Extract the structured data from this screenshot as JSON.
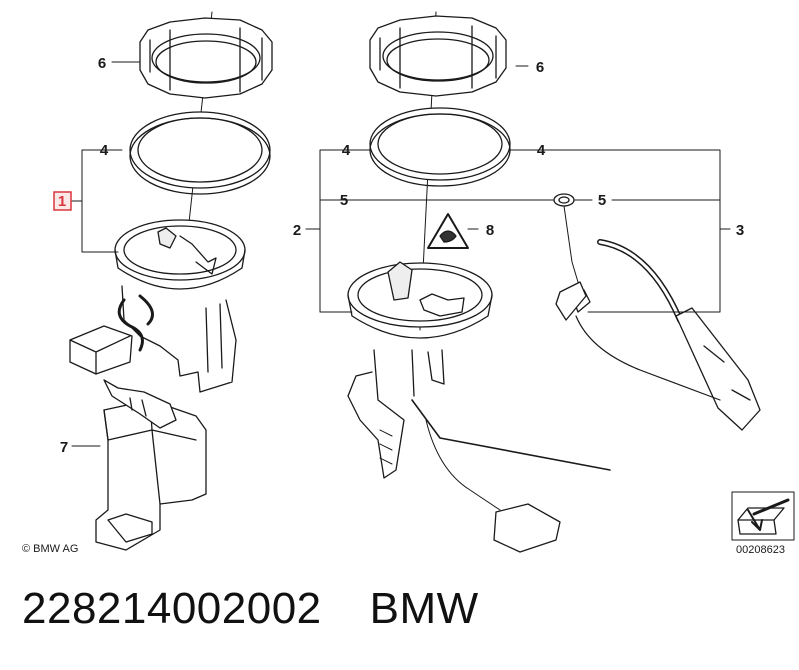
{
  "diagram": {
    "callouts": {
      "c1": "1",
      "c2": "2",
      "c3": "3",
      "c4_left": "4",
      "c4_mid": "4",
      "c4_right": "4",
      "c5_mid": "5",
      "c5_right": "5",
      "c6_left": "6",
      "c6_right": "6",
      "c7": "7",
      "c8": "8"
    },
    "copyright": "© BMW AG",
    "image_code": "00208623",
    "highlight_color": "#d9363e"
  },
  "caption": {
    "part_number": "228214002002",
    "brand": "BMW"
  }
}
